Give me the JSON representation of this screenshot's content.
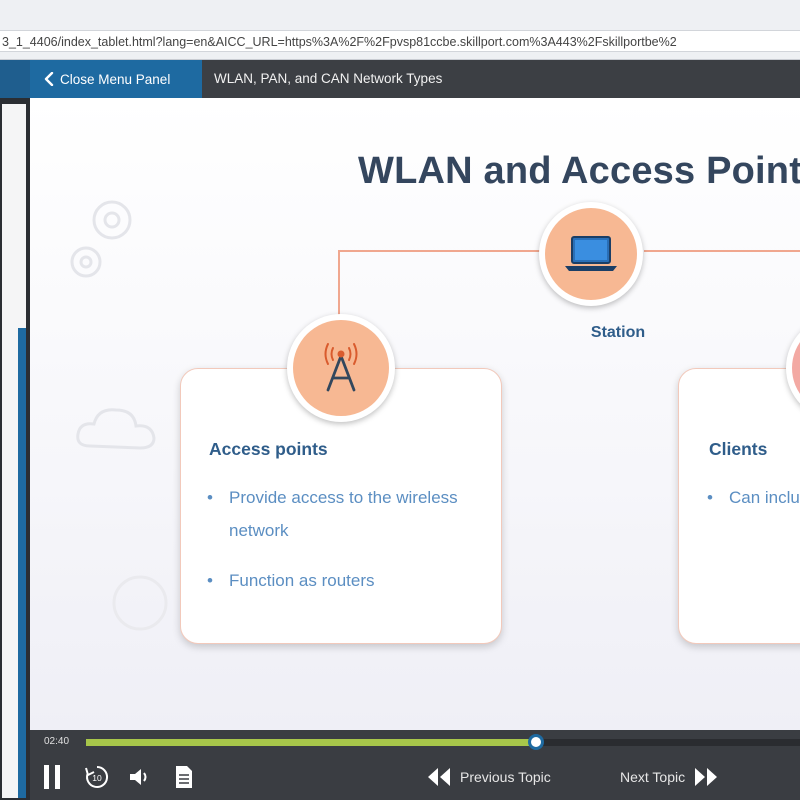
{
  "browser": {
    "url": "3_1_4406/index_tablet.html?lang=en&AICC_URL=https%3A%2F%2Fpvsp81ccbe.skillport.com%3A443%2Fskillportbe%2"
  },
  "header": {
    "close_menu_label": "Close Menu Panel",
    "topic_title": "WLAN, PAN, and CAN Network Types"
  },
  "slide": {
    "title": "WLAN and Access Points",
    "station_label": "Station",
    "cards": [
      {
        "heading": "Access points",
        "bullets": [
          "Provide access to the wireless network",
          "Function as routers"
        ]
      },
      {
        "heading": "Clients",
        "bullets": [
          "Can include devices"
        ]
      }
    ]
  },
  "player": {
    "elapsed": "02:40",
    "progress": 0.63,
    "previous_label": "Previous Topic",
    "next_label": "Next Topic",
    "replay_seconds": "10"
  },
  "colors": {
    "accent_blue": "#1e6aa1",
    "title_navy": "#34465e",
    "bullet_blue": "#5b8ec2",
    "progress_green": "#a7c64a",
    "icon_peach": "#f7b893"
  },
  "icons": [
    "chevron-left-icon",
    "laptop-icon",
    "antenna-tower-icon",
    "pause-icon",
    "replay-10-icon",
    "volume-icon",
    "transcript-icon",
    "previous-double-chevron-icon",
    "next-double-chevron-icon"
  ]
}
